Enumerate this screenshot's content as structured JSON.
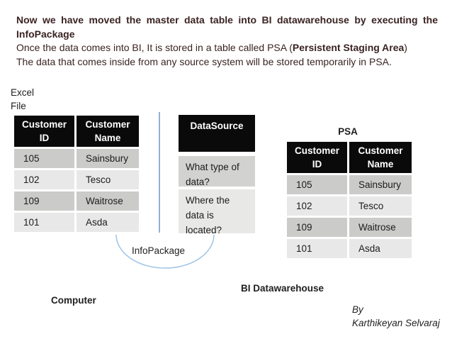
{
  "intro": {
    "line1": "Now we have moved the master data table into BI datawarehouse by executing the",
    "line2": "InfoPackage",
    "line3_pre": "Once the data comes into BI, It is stored in a table called PSA (",
    "line3_bold": "Persistent Staging Area",
    "line3_post": ")",
    "line4": "The data that comes inside from any source system will be stored temporarily in PSA."
  },
  "labels": {
    "excel_file": "Excel\nFile",
    "psa": "PSA",
    "infopackage": "InfoPackage",
    "computer": "Computer",
    "bi_datawarehouse": "BI Datawarehouse",
    "credit_line1": "By",
    "credit_line2": "Karthikeyan Selvaraj"
  },
  "excel_table": {
    "headers": [
      "Customer\nID",
      "Customer\nName"
    ],
    "rows": [
      [
        "105",
        "Sainsbury"
      ],
      [
        "102",
        "Tesco"
      ],
      [
        "109",
        "Waitrose"
      ],
      [
        "101",
        "Asda"
      ]
    ]
  },
  "datasource": {
    "header": "DataSource",
    "items": [
      "What type of data?",
      "Where the data is located?"
    ]
  },
  "psa_table": {
    "headers": [
      "Customer\nID",
      "Customer\nName"
    ],
    "rows": [
      [
        "105",
        "Sainsbury"
      ],
      [
        "102",
        "Tesco"
      ],
      [
        "109",
        "Waitrose"
      ],
      [
        "101",
        "Asda"
      ]
    ]
  },
  "colors": {
    "title_text": "#3a2322",
    "table_header_bg": "#0a0a0a",
    "row_dark": "#cbcbca",
    "row_light": "#e9e8e8",
    "band_dark": "#d2d2d1",
    "band_light": "#e8e8e7",
    "arc_blue": "#9dc3e6",
    "divider_blue": "#96aed6"
  }
}
